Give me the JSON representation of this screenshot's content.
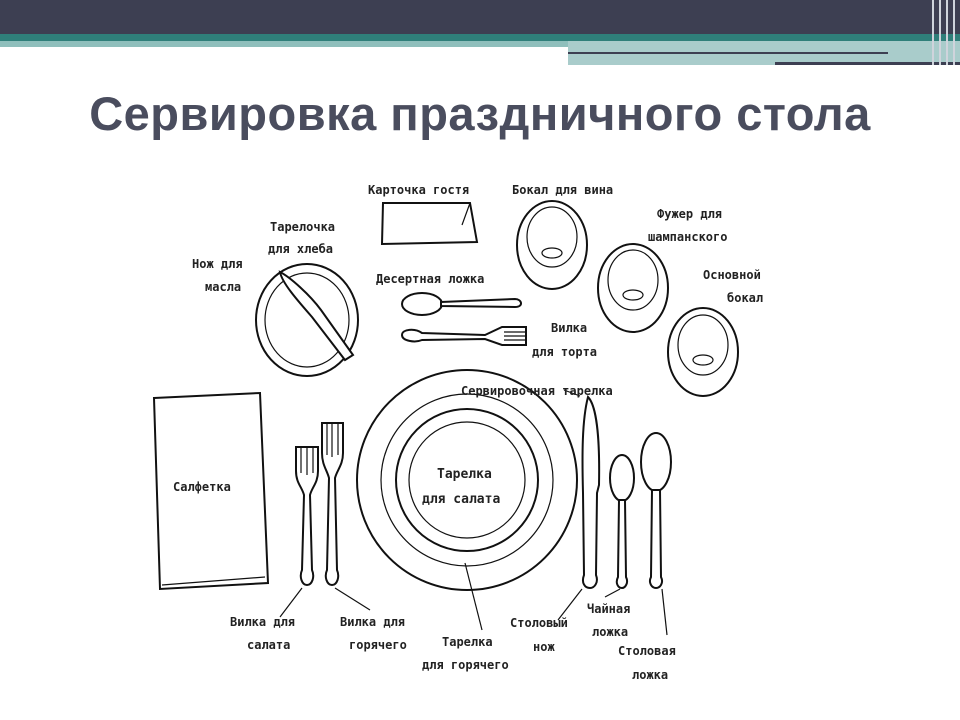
{
  "title": "Сервировка праздничного стола",
  "labels": {
    "guest_card": "Карточка гостя",
    "wine_glass": "Бокал для вина",
    "champagne_1": "Фужер для",
    "champagne_2": "шампанского",
    "main_glass_1": "Основной",
    "main_glass_2": "бокал",
    "bread_plate_1": "Тарелочка",
    "bread_plate_2": "для хлеба",
    "butter_knife_1": "Нож для",
    "butter_knife_2": "масла",
    "dessert_spoon": "Десертная ложка",
    "cake_fork_1": "Вилка",
    "cake_fork_2": "для торта",
    "service_plate": "Сервировочная тарелка",
    "napkin": "Салфетка",
    "salad_plate_1": "Тарелка",
    "salad_plate_2": "для салата",
    "salad_fork_1": "Вилка для",
    "salad_fork_2": "салата",
    "hot_fork_1": "Вилка для",
    "hot_fork_2": "горячего",
    "hot_plate_1": "Тарелка",
    "hot_plate_2": "для горячего",
    "table_knife_1": "Столовый",
    "table_knife_2": "нож",
    "tea_spoon_1": "Чайная",
    "tea_spoon_2": "ложка",
    "table_spoon_1": "Столовая",
    "table_spoon_2": "ложка"
  }
}
